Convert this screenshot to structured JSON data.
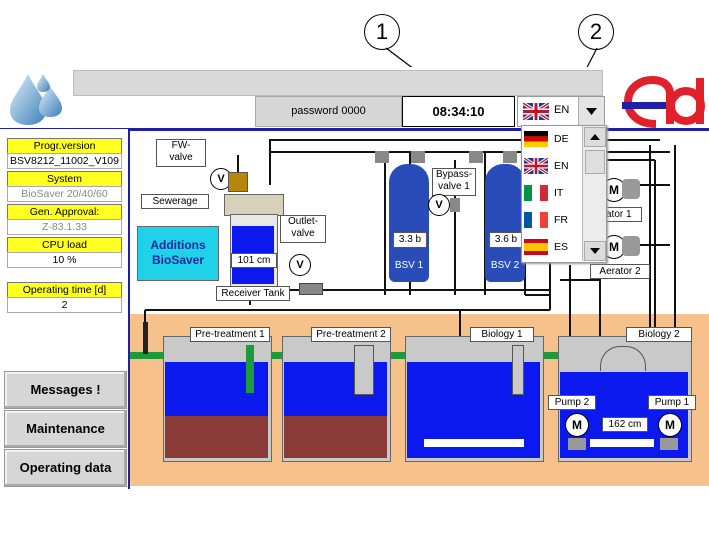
{
  "callouts": {
    "one": "1",
    "two": "2"
  },
  "header": {
    "password_label": "password 0000",
    "time": "08:34:10",
    "language_current": "EN"
  },
  "left_panel": {
    "progr_version_label": "Progr.version",
    "progr_version_value": "BSV8212_11002_V109",
    "system_label": "System",
    "system_value": "BioSaver 20/40/60",
    "approval_label": "Gen. Approval:",
    "approval_value": "Z-83.1.33",
    "cpu_label": "CPU load",
    "cpu_value": "10 %",
    "optime_label": "Operating time [d]",
    "optime_value": "2"
  },
  "nav": {
    "messages": "Messages !",
    "maintenance": "Maintenance",
    "operating_data": "Operating data"
  },
  "language_dropdown": {
    "items": [
      "DE",
      "EN",
      "IT",
      "FR",
      "ES"
    ]
  },
  "process": {
    "fw_valve": "FW-\nvalve",
    "sewerage": "Sewerage",
    "additions": "Additions\nBioSaver",
    "level_receiver": "101 cm",
    "receiver_tank": "Receiver Tank",
    "outlet_valve": "Outlet-\nvalve",
    "valve_symbol": "V",
    "bsv1_pressure": "3.3 b",
    "bsv1_label": "BSV 1",
    "bsv2_pressure": "3.6 b",
    "bsv2_label": "BSV 2",
    "bypass_valve": "Bypass-\nvalve 1",
    "aerator1": "Aerator 1",
    "aerator2": "Aerator 2",
    "motor_symbol": "M",
    "pretreatment1": "Pre-treatment 1",
    "pretreatment2": "Pre-treatment 2",
    "biology1": "Biology 1",
    "biology2": "Biology 2",
    "pump1": "Pump 1",
    "pump2": "Pump 2",
    "level_biology2": "162 cm"
  },
  "colors": {
    "water": "#0b18ee",
    "sludge": "#8a3b38",
    "label_yellow": "#ffff22",
    "orange_ground": "#f7c18c",
    "accent_blue": "#1e1ea8",
    "logo_red": "#e0202a"
  }
}
